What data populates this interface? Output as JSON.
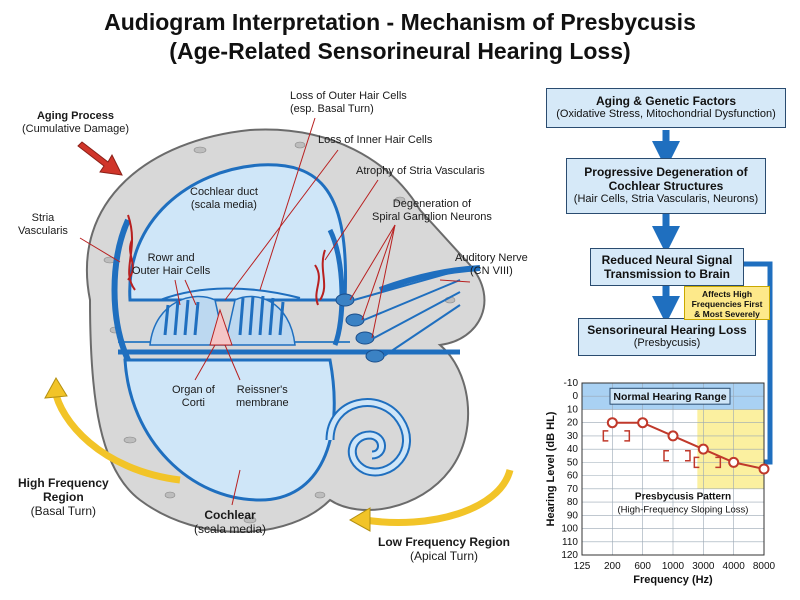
{
  "title": {
    "line1": "Audiogram Interpretation - Mechanism of Presbycusis",
    "line2": "(Age-Related Sensorineural Hearing Loss)"
  },
  "cochlea": {
    "aging_head": "Aging Process",
    "aging_sub": "(Cumulative Damage)",
    "stria": "Stria\nVascularis",
    "outer_loss_1": "Loss of Outer Hair Cells",
    "outer_loss_2": "(esp. Basal Turn)",
    "inner_loss": "Loss of Inner Hair Cells",
    "atrophy": "Atrophy of Stria Vascularis",
    "sgn_1": "Degeneration of",
    "sgn_2": "Spiral Ganglion Neurons",
    "nerve_1": "Auditory Nerve",
    "nerve_2": "(CN VIII)",
    "duct_1": "Cochlear duct",
    "duct_2": "(scala media)",
    "rows_1": "Rowr and",
    "rows_2": "Outer Hair Cells",
    "organ_1": "Organ of",
    "organ_2": "Corti",
    "reissner_1": "Reissner's",
    "reissner_2": "membrane",
    "high_head_1": "High Frequency",
    "high_head_2": "Region",
    "high_sub": "(Basal Turn)",
    "cochlear_head": "Cochlear",
    "cochlear_sub": "(scala media)",
    "low_head": "Low Frequency Region",
    "low_sub": "(Apical Turn)"
  },
  "flow": {
    "b1_head": "Aging & Genetic Factors",
    "b1_sub": "(Oxidative Stress, Mitochondrial Dysfunction)",
    "b2_head_1": "Progressive Degeneration of",
    "b2_head_2": "Cochlear Structures",
    "b2_sub": "(Hair Cells, Stria Vascularis, Neurons)",
    "b3_head_1": "Reduced Neural Signal",
    "b3_head_2": "Transmission to Brain",
    "b4_head": "Sensorineural Hearing Loss",
    "b4_sub": "(Presbycusis)",
    "note_1": "Affects High",
    "note_2": "Frequencies First",
    "note_3": "& Most Severely"
  },
  "colors": {
    "box_fill": "#d6e9f8",
    "arrow_blue": "#1f6fbf",
    "normal_band": "#a9d1f3",
    "hf_band": "#fbf0a0",
    "curve": "#c0392b",
    "aging_arrow": "#d0352a",
    "yellow_arrow": "#f2c428"
  },
  "chart_data": {
    "type": "line",
    "title": "",
    "xlabel": "Frequency (Hz)",
    "ylabel": "Hearing Level (dB HL)",
    "x_ticks": [
      "125",
      "200",
      "600",
      "1000",
      "3000",
      "4000",
      "8000"
    ],
    "y_ticks": [
      -10,
      0,
      10,
      20,
      30,
      40,
      50,
      60,
      70,
      80,
      90,
      100,
      110,
      120
    ],
    "ylim": [
      -10,
      120
    ],
    "y_inverted": true,
    "band_label": "Normal Hearing Range",
    "band_range": [
      -10,
      10
    ],
    "pattern_title": "Presbycusis Pattern",
    "pattern_sub": "(High-Frequency Sloping Loss)",
    "series": [
      {
        "x": [
          "200",
          "600",
          "1000",
          "3000",
          "4000",
          "8000"
        ],
        "values": [
          20,
          20,
          30,
          40,
          50,
          55
        ]
      }
    ],
    "bone_conduction": [
      {
        "x": "200",
        "value": 30
      },
      {
        "x": "1000",
        "value": 45
      },
      {
        "x": "3000",
        "value": 50
      }
    ]
  }
}
